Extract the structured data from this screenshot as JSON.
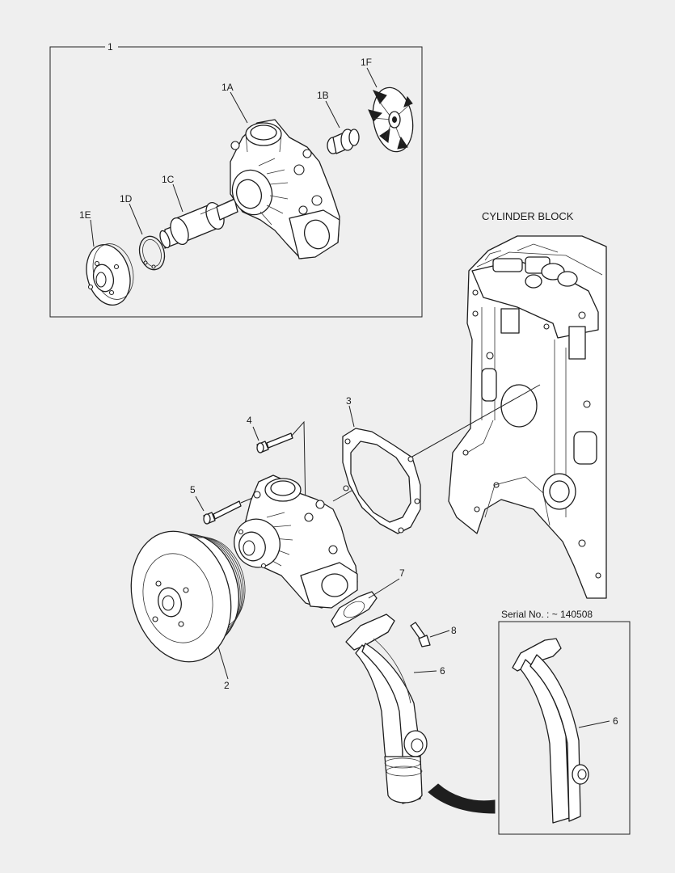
{
  "labels": {
    "l1": "1",
    "l1A": "1A",
    "l1B": "1B",
    "l1C": "1C",
    "l1D": "1D",
    "l1E": "1E",
    "l1F": "1F",
    "l2": "2",
    "l3": "3",
    "l4": "4",
    "l5": "5",
    "l6": "6",
    "l6b": "6",
    "l7": "7",
    "l8": "8",
    "cylinder_block": "CYLINDER BLOCK",
    "serial": "Serial No. : ~ 140508"
  }
}
